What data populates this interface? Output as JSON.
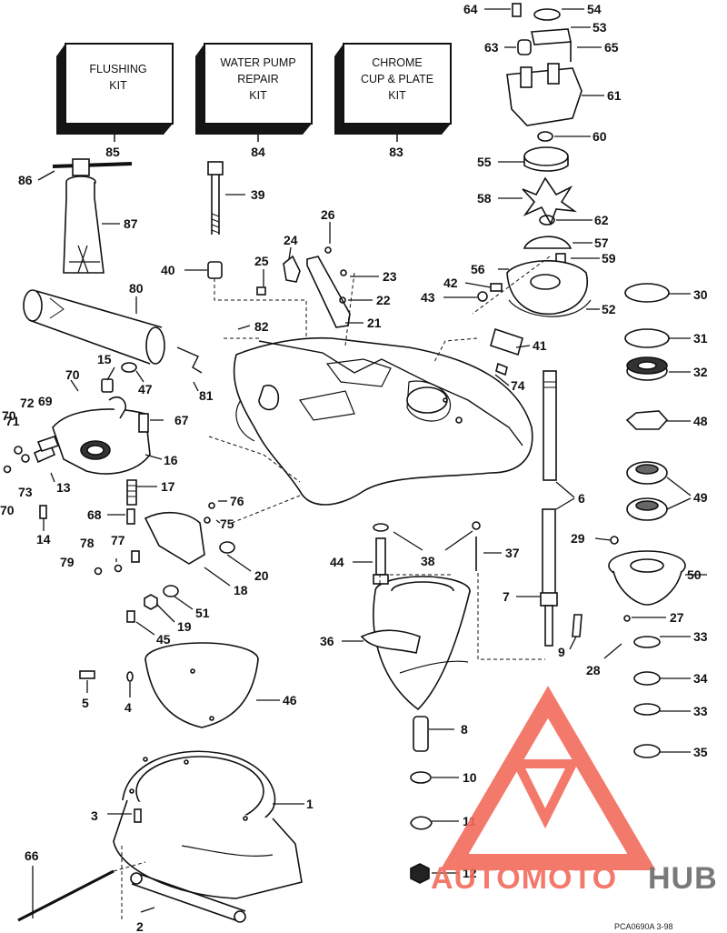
{
  "kits": [
    {
      "lines": [
        "FLUSHING",
        "KIT"
      ],
      "number": "85"
    },
    {
      "lines": [
        "WATER PUMP",
        "REPAIR",
        "KIT"
      ],
      "number": "84"
    },
    {
      "lines": [
        "CHROME",
        "CUP & PLATE",
        "KIT"
      ],
      "number": "83"
    }
  ],
  "callouts": [
    "1",
    "2",
    "3",
    "4",
    "5",
    "6",
    "7",
    "8",
    "9",
    "10",
    "11",
    "12",
    "13",
    "14",
    "15",
    "16",
    "17",
    "18",
    "19",
    "20",
    "21",
    "22",
    "23",
    "24",
    "25",
    "26",
    "27",
    "28",
    "29",
    "30",
    "31",
    "32",
    "33",
    "33",
    "34",
    "35",
    "36",
    "37",
    "38",
    "39",
    "40",
    "41",
    "42",
    "43",
    "44",
    "45",
    "46",
    "47",
    "48",
    "49",
    "50",
    "51",
    "52",
    "53",
    "54",
    "55",
    "56",
    "57",
    "58",
    "59",
    "60",
    "61",
    "62",
    "63",
    "64",
    "65",
    "66",
    "67",
    "68",
    "69",
    "70",
    "70",
    "70",
    "71",
    "72",
    "73",
    "74",
    "75",
    "76",
    "77",
    "78",
    "79",
    "80",
    "81",
    "82",
    "86",
    "87"
  ],
  "figure_code": "PCA0690A  3-98",
  "watermark": {
    "text_a": "AUTOMOTO",
    "text_b": "HUB",
    "color_primary": "#f26b5b",
    "color_secondary": "#6b6b6b"
  }
}
